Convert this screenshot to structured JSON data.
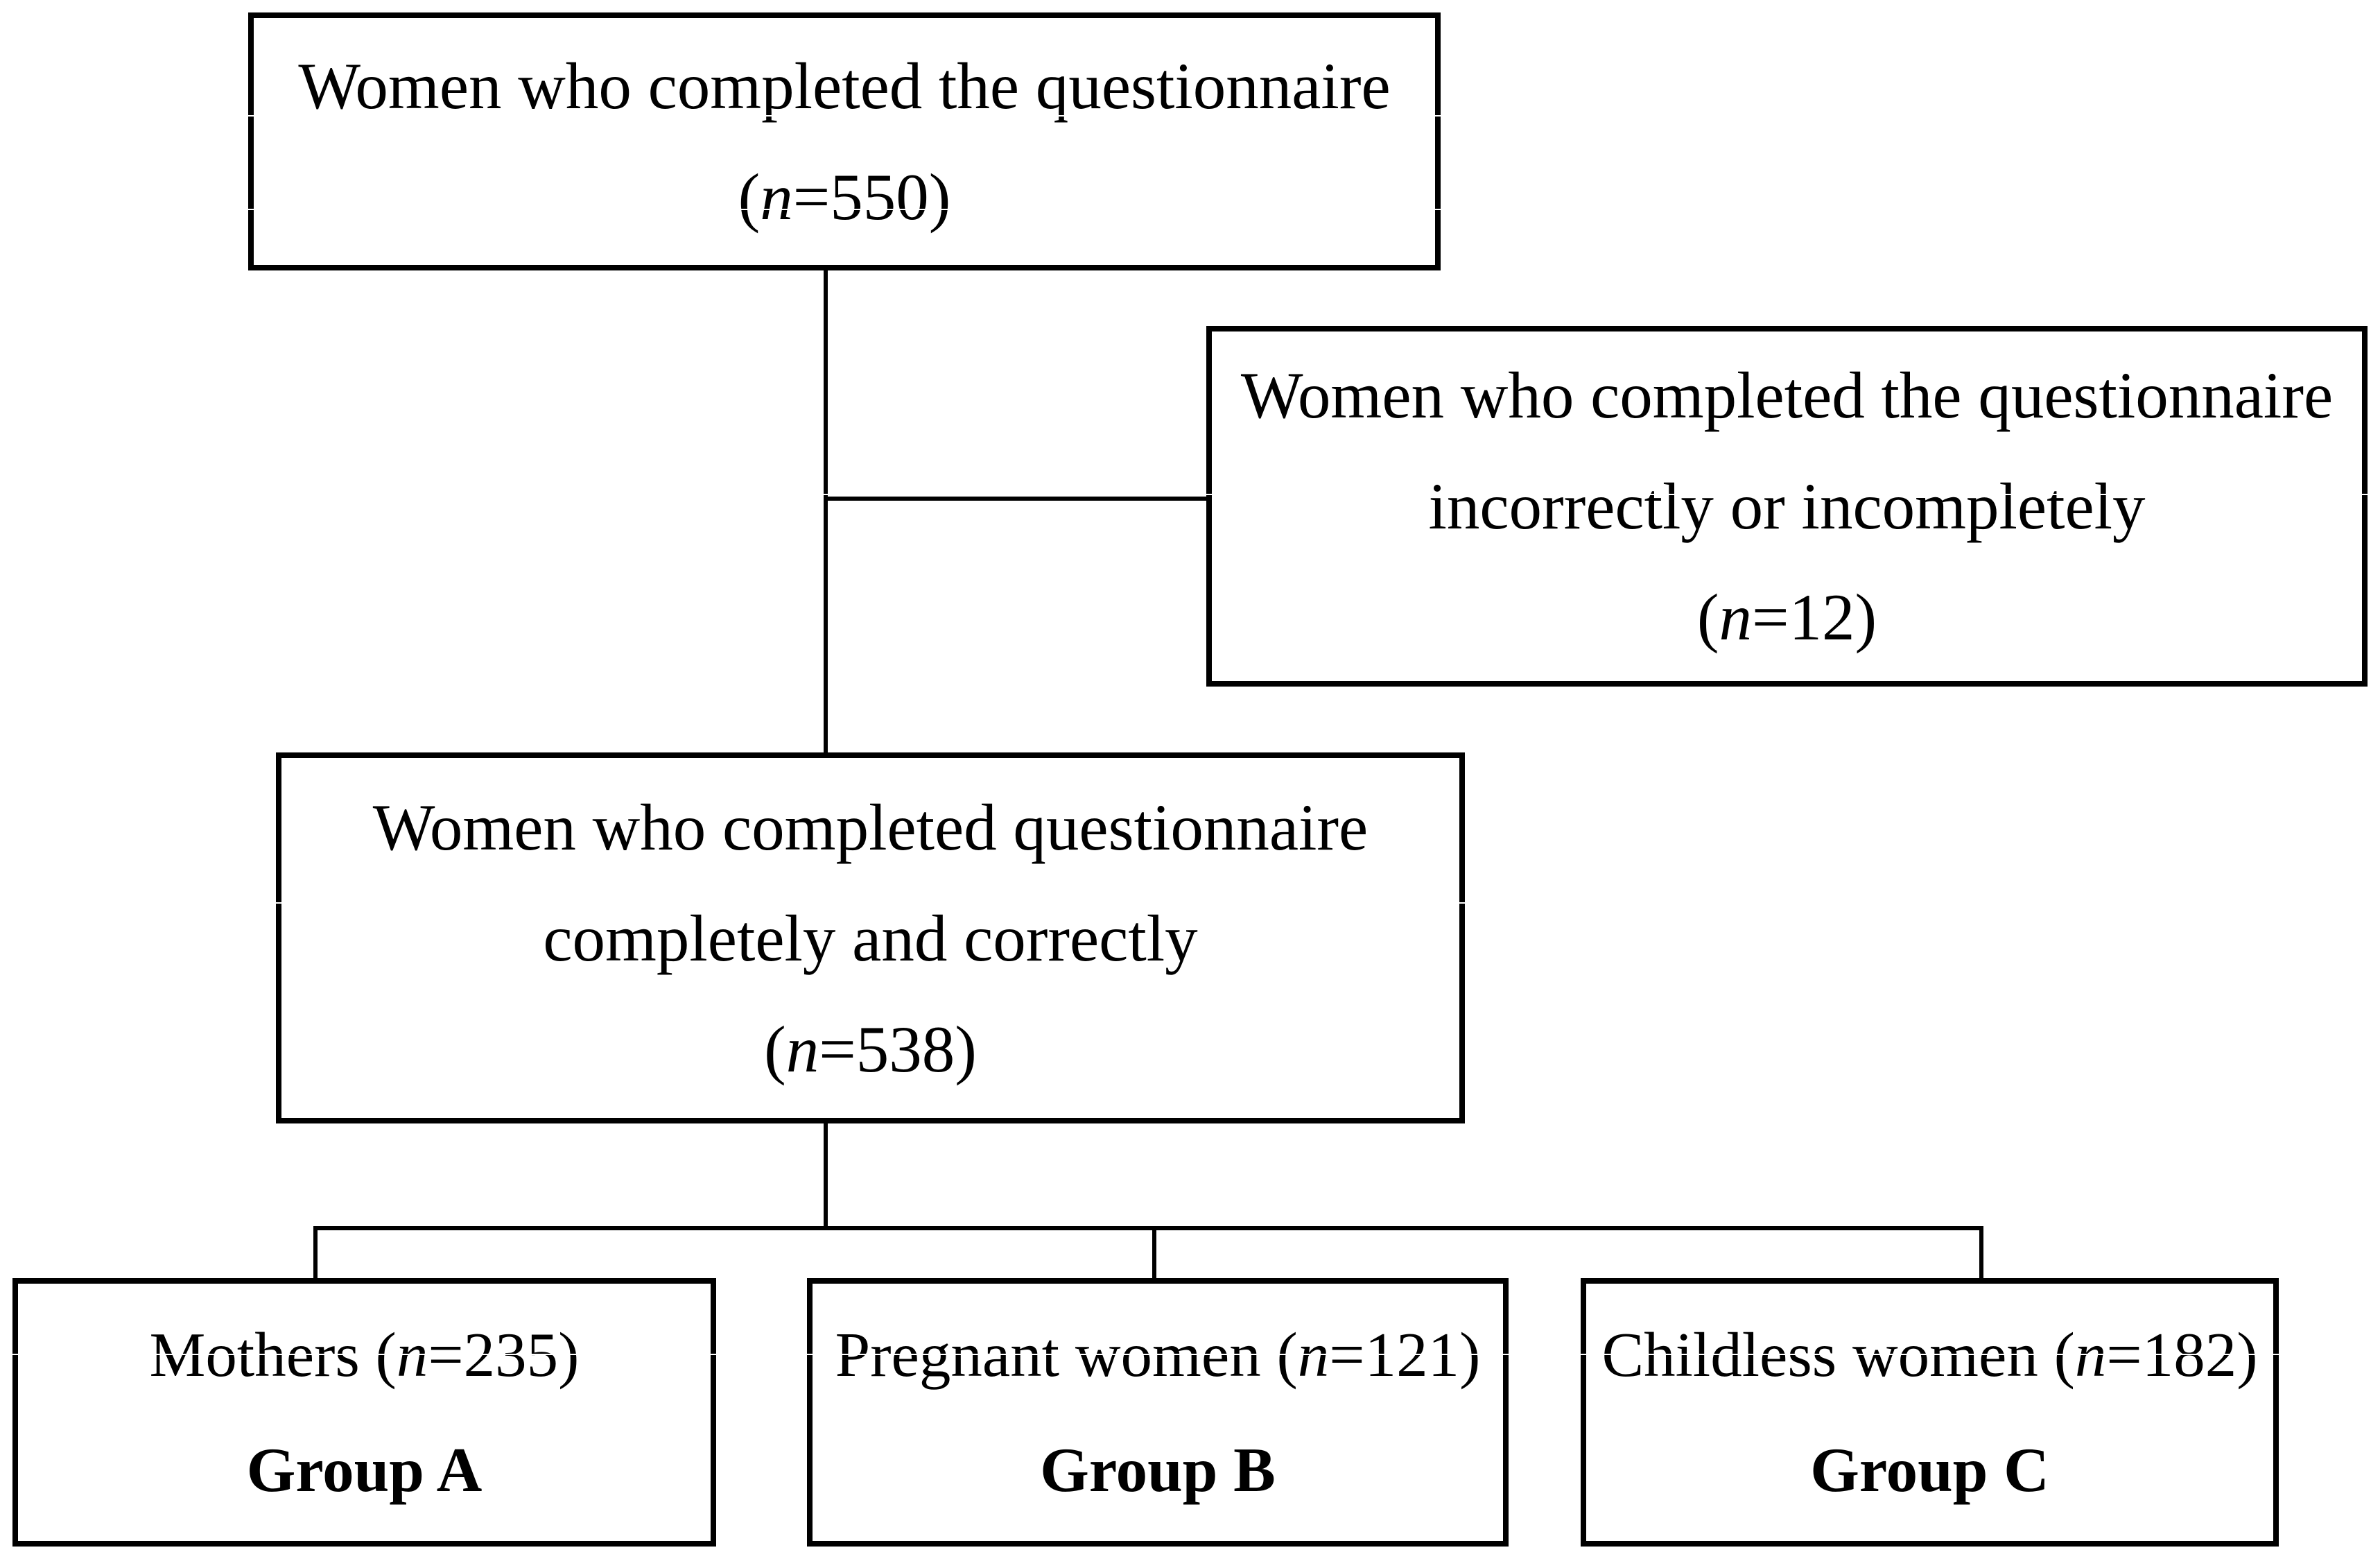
{
  "figure_type": "participant-flow-diagram",
  "colors": {
    "background": "#ffffff",
    "line": "#000000",
    "text": "#000000"
  },
  "boxes": {
    "total": {
      "line1": "Women who completed the questionnaire",
      "line2": "(n=550)",
      "n": 550
    },
    "excluded": {
      "line1": "Women who completed the questionnaire",
      "line2": "incorrectly or incompletely",
      "line3": "(n=12)",
      "n": 12
    },
    "valid": {
      "line1": "Women who completed questionnaire",
      "line2": "completely and correctly",
      "line3": "(n=538)",
      "n": 538
    },
    "group_a": {
      "line1": "Mothers (n=235)",
      "line2": "Group A",
      "n": 235
    },
    "group_b": {
      "line1": "Pregnant women (n=121)",
      "line2": "Group B",
      "n": 121
    },
    "group_c": {
      "line1": "Childless women (n=182)",
      "line2": "Group C",
      "n": 182
    }
  },
  "edges": [
    {
      "from": "total",
      "to": "valid"
    },
    {
      "from": "total",
      "to": "excluded"
    },
    {
      "from": "valid",
      "to": "group_a"
    },
    {
      "from": "valid",
      "to": "group_b"
    },
    {
      "from": "valid",
      "to": "group_c"
    }
  ]
}
